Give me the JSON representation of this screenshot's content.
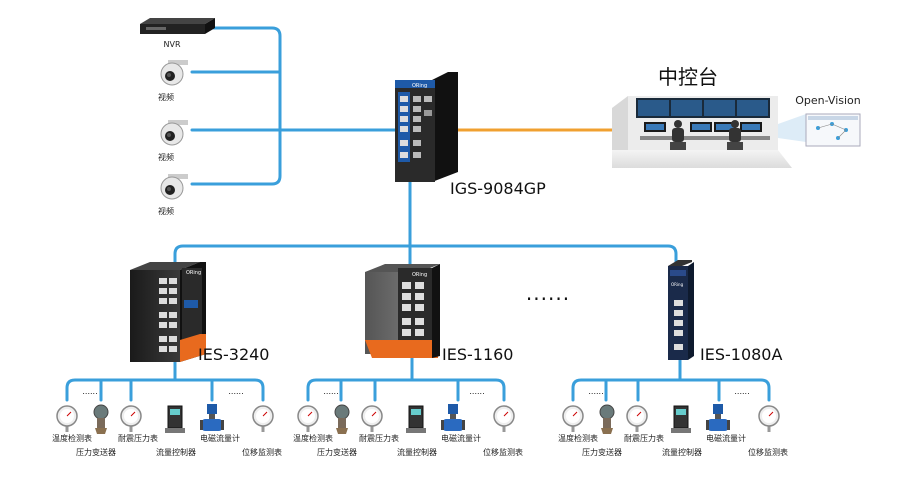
{
  "nvr": {
    "label": "NVR"
  },
  "cameras": [
    {
      "label": "视频"
    },
    {
      "label": "视频"
    },
    {
      "label": "视频"
    }
  ],
  "core_switch": {
    "label": "IGS-9084GP",
    "brand": "ORing"
  },
  "control_room": {
    "title": "中控台",
    "software_label": "Open-Vision"
  },
  "edge_switches": [
    {
      "label": "IES-3240",
      "brand": "ORing"
    },
    {
      "label": "IES-1160",
      "brand": "ORing"
    },
    {
      "label": "IES-1080A",
      "brand": "ORing"
    }
  ],
  "ellipsis": "......",
  "sensor_groups": [
    {
      "dots": [
        "......",
        "......"
      ],
      "sensors": [
        {
          "label": "温度检测表",
          "icon": "thermometer-gauge-icon"
        },
        {
          "label": "压力变送器",
          "icon": "pressure-transmitter-icon"
        },
        {
          "label": "耐震压力表",
          "icon": "pressure-gauge-icon"
        },
        {
          "label": "流量控制器",
          "icon": "flow-controller-icon"
        },
        {
          "label": "电磁流量计",
          "icon": "electromagnetic-flowmeter-icon"
        },
        {
          "label": "位移监测表",
          "icon": "displacement-gauge-icon"
        }
      ]
    },
    {
      "dots": [
        "......",
        "......"
      ],
      "sensors": [
        {
          "label": "温度检测表",
          "icon": "thermometer-gauge-icon"
        },
        {
          "label": "压力变送器",
          "icon": "pressure-transmitter-icon"
        },
        {
          "label": "耐震压力表",
          "icon": "pressure-gauge-icon"
        },
        {
          "label": "流量控制器",
          "icon": "flow-controller-icon"
        },
        {
          "label": "电磁流量计",
          "icon": "electromagnetic-flowmeter-icon"
        },
        {
          "label": "位移监测表",
          "icon": "displacement-gauge-icon"
        }
      ]
    },
    {
      "dots": [
        "......",
        "......"
      ],
      "sensors": [
        {
          "label": "温度检测表",
          "icon": "thermometer-gauge-icon"
        },
        {
          "label": "压力变送器",
          "icon": "pressure-transmitter-icon"
        },
        {
          "label": "耐震压力表",
          "icon": "pressure-gauge-icon"
        },
        {
          "label": "流量控制器",
          "icon": "flow-controller-icon"
        },
        {
          "label": "电磁流量计",
          "icon": "electromagnetic-flowmeter-icon"
        },
        {
          "label": "位移监测表",
          "icon": "displacement-gauge-icon"
        }
      ]
    }
  ],
  "colors": {
    "link": "#3a9fdb",
    "fiber": "#f0a030",
    "switch_body": "#2a2a2a",
    "switch_accent": "#1e5aa8"
  }
}
